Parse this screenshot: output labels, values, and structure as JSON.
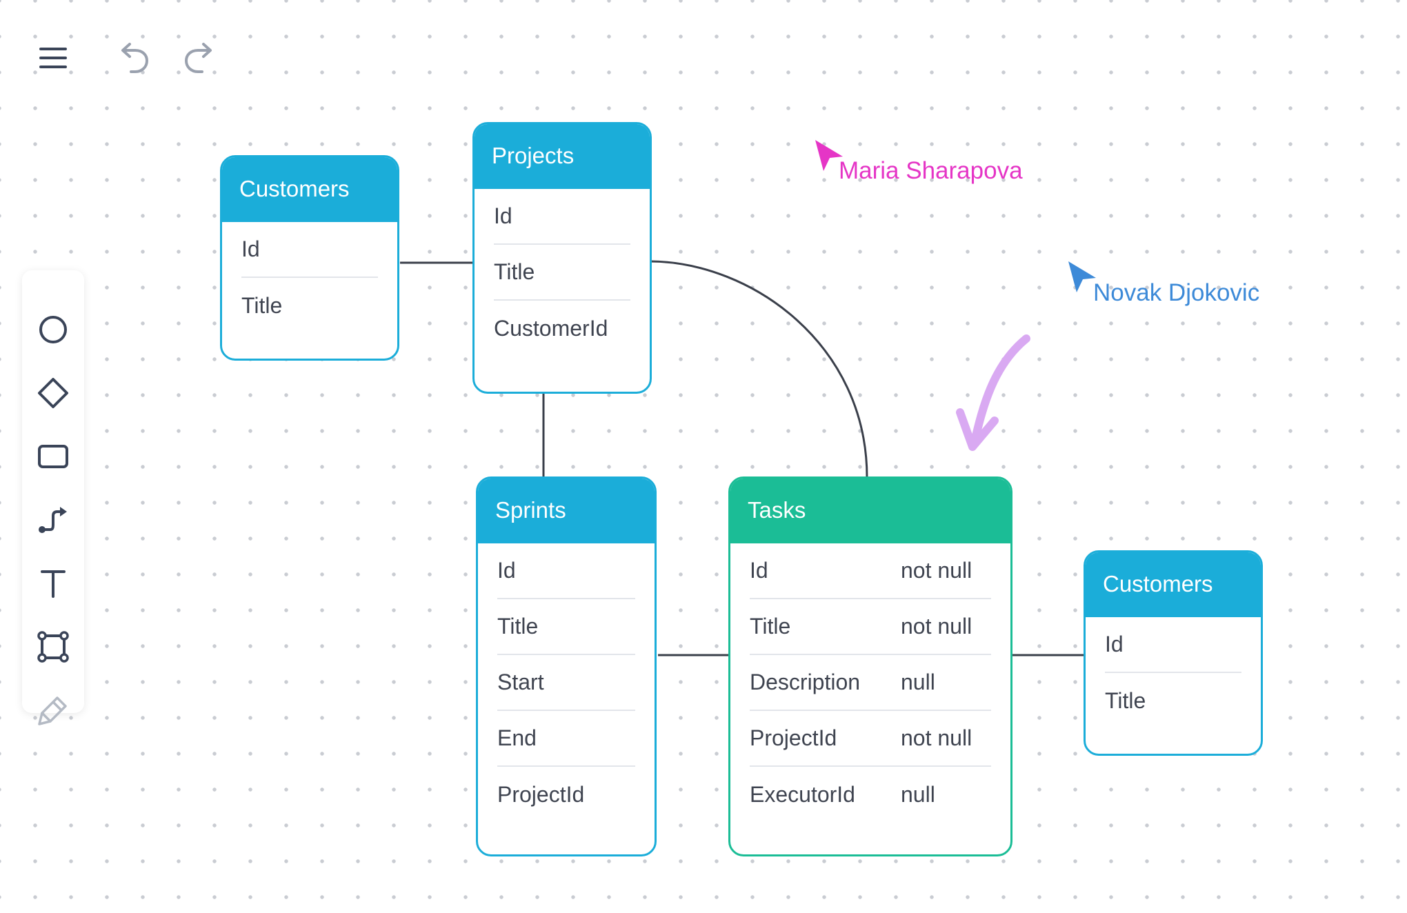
{
  "colors": {
    "table_blue": "#1badd9",
    "table_green": "#1bbd96",
    "connector": "#3a3f4a",
    "cursor_pink": "#e535c6",
    "cursor_blue": "#3d8ad8",
    "arrow_purple": "#d9a9f2",
    "icon_dark": "#3a4458"
  },
  "top_controls": [
    {
      "name": "menu",
      "icon": "hamburger-menu-icon"
    },
    {
      "name": "undo",
      "icon": "undo-icon"
    },
    {
      "name": "redo",
      "icon": "redo-icon"
    }
  ],
  "toolbar": {
    "tools": [
      {
        "name": "circle",
        "icon": "circle-icon"
      },
      {
        "name": "diamond",
        "icon": "diamond-icon"
      },
      {
        "name": "rectangle",
        "icon": "rectangle-icon"
      },
      {
        "name": "connector",
        "icon": "connector-icon"
      },
      {
        "name": "text",
        "icon": "text-icon"
      },
      {
        "name": "frame",
        "icon": "frame-icon"
      },
      {
        "name": "marker",
        "icon": "marker-icon"
      }
    ]
  },
  "tables": {
    "customers_left": {
      "title": "Customers",
      "fields": [
        {
          "name": "Id"
        },
        {
          "name": "Title"
        }
      ]
    },
    "projects": {
      "title": "Projects",
      "fields": [
        {
          "name": "Id"
        },
        {
          "name": "Title"
        },
        {
          "name": "CustomerId"
        }
      ]
    },
    "sprints": {
      "title": "Sprints",
      "fields": [
        {
          "name": "Id"
        },
        {
          "name": "Title"
        },
        {
          "name": "Start"
        },
        {
          "name": "End"
        },
        {
          "name": "ProjectId"
        }
      ]
    },
    "tasks": {
      "title": "Tasks",
      "fields": [
        {
          "name": "Id",
          "nullability": "not null"
        },
        {
          "name": "Title",
          "nullability": "not null"
        },
        {
          "name": "Description",
          "nullability": "null"
        },
        {
          "name": "ProjectId",
          "nullability": "not null"
        },
        {
          "name": "ExecutorId",
          "nullability": "null"
        }
      ]
    },
    "customers_right": {
      "title": "Customers",
      "fields": [
        {
          "name": "Id"
        },
        {
          "name": "Title"
        }
      ]
    }
  },
  "collaborators": [
    {
      "name": "Maria Sharapova",
      "color": "#e535c6"
    },
    {
      "name": "Novak Djokovic",
      "color": "#3d8ad8"
    }
  ]
}
